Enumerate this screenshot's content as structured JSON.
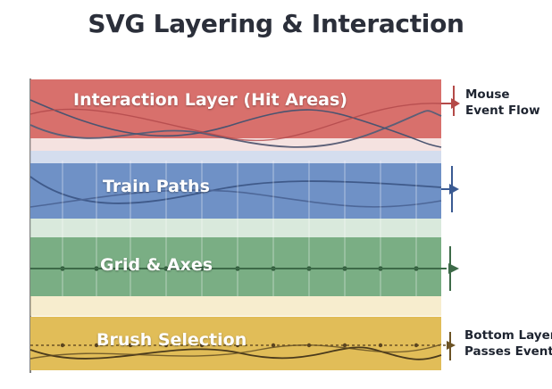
{
  "title": "SVG Layering & Interaction",
  "layers": [
    {
      "label": "Interaction Layer (Hit Areas)",
      "color": "#d8706c"
    },
    {
      "label": "Train Paths",
      "color": "#6f91c6"
    },
    {
      "label": "Grid & Axes",
      "color": "#7aae84"
    },
    {
      "label": "Brush Selection",
      "color": "#e1bd58"
    }
  ],
  "annotations": {
    "top": [
      "Mouse",
      "Event Flow"
    ],
    "bottom": [
      "Bottom Layer",
      "Passes Events"
    ]
  }
}
